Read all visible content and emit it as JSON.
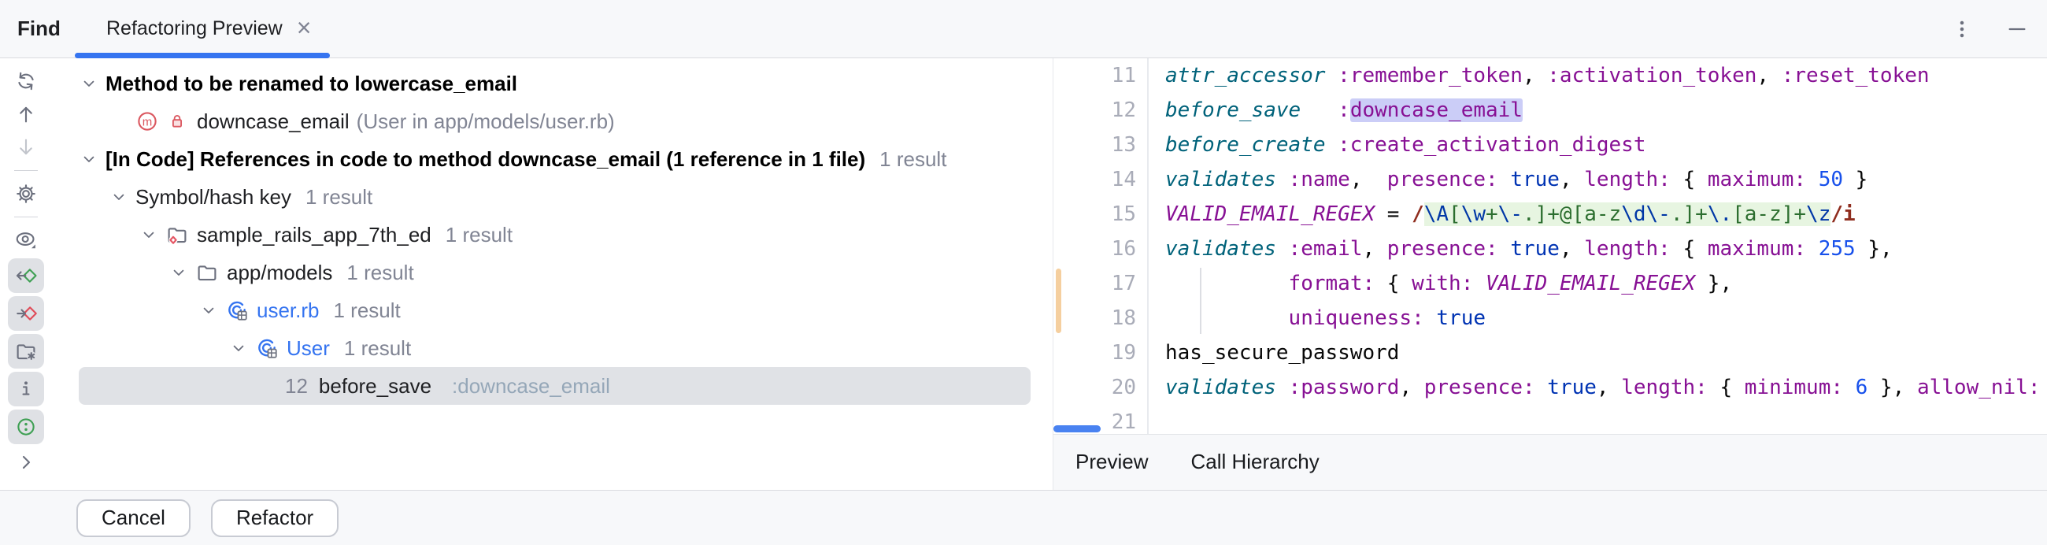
{
  "header": {
    "find_label": "Find",
    "tab_label": "Refactoring Preview",
    "close_glyph": "×",
    "accent_color": "#3574F0"
  },
  "toolbar": {
    "items": [
      {
        "icon": "rerun",
        "name": "rerun-refactoring-button"
      },
      {
        "icon": "up",
        "name": "previous-occurrence-button"
      },
      {
        "icon": "down",
        "name": "next-occurrence-button",
        "disabled": true
      },
      {
        "divider": true
      },
      {
        "icon": "gear",
        "name": "settings-button"
      },
      {
        "divider": true
      },
      {
        "icon": "eye",
        "name": "preview-options-button"
      },
      {
        "icon": "read",
        "name": "show-read-access-button",
        "toggled": true
      },
      {
        "icon": "write",
        "name": "show-write-access-button",
        "toggled": true
      },
      {
        "icon": "group",
        "name": "group-by-directory-button",
        "toggled": true
      },
      {
        "icon": "info",
        "name": "show-info-button",
        "toggled": true
      },
      {
        "icon": "rubysym",
        "name": "filter-ruby-symbols-button",
        "toggled": true
      },
      {
        "icon": "chevR",
        "name": "expand-toolbar-button"
      }
    ]
  },
  "tree": {
    "rows": [
      {
        "level": 0,
        "chevron": true,
        "bold": true,
        "text": "Method to be renamed to lowercase_email"
      },
      {
        "level": 1,
        "chevron": false,
        "icon": "method",
        "lock": true,
        "text": "downcase_email",
        "muted": "(User in app/models/user.rb)"
      },
      {
        "level": 0,
        "chevron": true,
        "bold": true,
        "text": "[In Code] References in code to method downcase_email (1 reference in 1 file)",
        "count": "1 result"
      },
      {
        "level": 1,
        "chevron": true,
        "text": "Symbol/hash key",
        "count": "1 result"
      },
      {
        "level": 2,
        "chevron": true,
        "icon": "projfolder",
        "text": "sample_rails_app_7th_ed",
        "count": "1 result"
      },
      {
        "level": 3,
        "chevron": true,
        "icon": "folder",
        "text": "app/models",
        "count": "1 result"
      },
      {
        "level": 4,
        "chevron": true,
        "icon": "rubyclass",
        "blue": true,
        "text": "user.rb",
        "count": "1 result"
      },
      {
        "level": 5,
        "chevron": true,
        "icon": "rubyclass",
        "blue": true,
        "text": "User",
        "count": "1 result"
      },
      {
        "level": 6,
        "chevron": false,
        "selected": true,
        "lineno": "12",
        "text": "before_save",
        "symbol": ":downcase_email"
      }
    ]
  },
  "editor": {
    "lines": [
      {
        "no": "11",
        "segs": [
          [
            "m",
            "attr_accessor"
          ],
          [
            "p",
            " "
          ],
          [
            "s",
            ":remember_token"
          ],
          [
            "p",
            ", "
          ],
          [
            "s",
            ":activation_token"
          ],
          [
            "p",
            ", "
          ],
          [
            "s",
            ":reset_token"
          ]
        ]
      },
      {
        "no": "12",
        "segs": [
          [
            "m",
            "before_save"
          ],
          [
            "p",
            "   "
          ],
          [
            "s",
            ":"
          ],
          [
            "hl",
            "downcase_email"
          ]
        ]
      },
      {
        "no": "13",
        "segs": [
          [
            "m",
            "before_create"
          ],
          [
            "p",
            " "
          ],
          [
            "s",
            ":create_activation_digest"
          ]
        ]
      },
      {
        "no": "14",
        "segs": [
          [
            "m",
            "validates"
          ],
          [
            "p",
            " "
          ],
          [
            "s",
            ":name"
          ],
          [
            "p",
            ",  "
          ],
          [
            "s",
            "presence:"
          ],
          [
            "p",
            " "
          ],
          [
            "k",
            "true"
          ],
          [
            "p",
            ", "
          ],
          [
            "s",
            "length:"
          ],
          [
            "p",
            " { "
          ],
          [
            "s",
            "maximum:"
          ],
          [
            "p",
            " "
          ],
          [
            "n",
            "50"
          ],
          [
            "p",
            " }"
          ]
        ]
      },
      {
        "no": "15",
        "segs": [
          [
            "c",
            "VALID_EMAIL_REGEX"
          ],
          [
            "p",
            " = "
          ],
          [
            "rd",
            "/"
          ],
          [
            "re",
            "\\A"
          ],
          [
            "rg",
            "["
          ],
          [
            "re",
            "\\w"
          ],
          [
            "rg",
            "+"
          ],
          [
            "re",
            "\\-"
          ],
          [
            "rg",
            ".]+@[a-z"
          ],
          [
            "re",
            "\\d"
          ],
          [
            "re",
            "\\-"
          ],
          [
            "rg",
            ".]+"
          ],
          [
            "re",
            "\\."
          ],
          [
            "rg",
            "[a-z]+"
          ],
          [
            "re",
            "\\z"
          ],
          [
            "rd",
            "/i"
          ]
        ]
      },
      {
        "no": "16",
        "segs": [
          [
            "m",
            "validates"
          ],
          [
            "p",
            " "
          ],
          [
            "s",
            ":email"
          ],
          [
            "p",
            ", "
          ],
          [
            "s",
            "presence:"
          ],
          [
            "p",
            " "
          ],
          [
            "k",
            "true"
          ],
          [
            "p",
            ", "
          ],
          [
            "s",
            "length:"
          ],
          [
            "p",
            " { "
          ],
          [
            "s",
            "maximum:"
          ],
          [
            "p",
            " "
          ],
          [
            "n",
            "255"
          ],
          [
            "p",
            " },"
          ]
        ]
      },
      {
        "no": "17",
        "marker": true,
        "segs": [
          [
            "p",
            "          "
          ],
          [
            "s",
            "format:"
          ],
          [
            "p",
            " { "
          ],
          [
            "s",
            "with:"
          ],
          [
            "p",
            " "
          ],
          [
            "c",
            "VALID_EMAIL_REGEX"
          ],
          [
            "p",
            " },"
          ]
        ]
      },
      {
        "no": "18",
        "marker": true,
        "segs": [
          [
            "p",
            "          "
          ],
          [
            "s",
            "uniqueness:"
          ],
          [
            "p",
            " "
          ],
          [
            "k",
            "true"
          ]
        ]
      },
      {
        "no": "19",
        "segs": [
          [
            "p",
            "has_secure_password"
          ]
        ]
      },
      {
        "no": "20",
        "segs": [
          [
            "m",
            "validates"
          ],
          [
            "p",
            " "
          ],
          [
            "s",
            ":password"
          ],
          [
            "p",
            ", "
          ],
          [
            "s",
            "presence:"
          ],
          [
            "p",
            " "
          ],
          [
            "k",
            "true"
          ],
          [
            "p",
            ", "
          ],
          [
            "s",
            "length:"
          ],
          [
            "p",
            " { "
          ],
          [
            "s",
            "minimum:"
          ],
          [
            "p",
            " "
          ],
          [
            "n",
            "6"
          ],
          [
            "p",
            " }, "
          ],
          [
            "s",
            "allow_nil:"
          ]
        ]
      },
      {
        "no": "21",
        "segs": []
      }
    ],
    "gutter_marker_lines": [
      "17",
      "18"
    ]
  },
  "editor_footer": {
    "tabs": [
      "Preview",
      "Call Hierarchy"
    ]
  },
  "actions": {
    "cancel_label": "Cancel",
    "refactor_label": "Refactor"
  },
  "colors": {
    "accent": "#3574F0",
    "selected_row": "#E0E2E6",
    "rename_highlight": "#CBCDF7",
    "regex_background": "#E7F5E1",
    "gutter_marker": "#F5CF9F",
    "toggle_background": "#DFE1E5",
    "method_call": "#00627A",
    "symbol": "#871094",
    "keyword": "#0033B3",
    "number": "#1750EB"
  }
}
